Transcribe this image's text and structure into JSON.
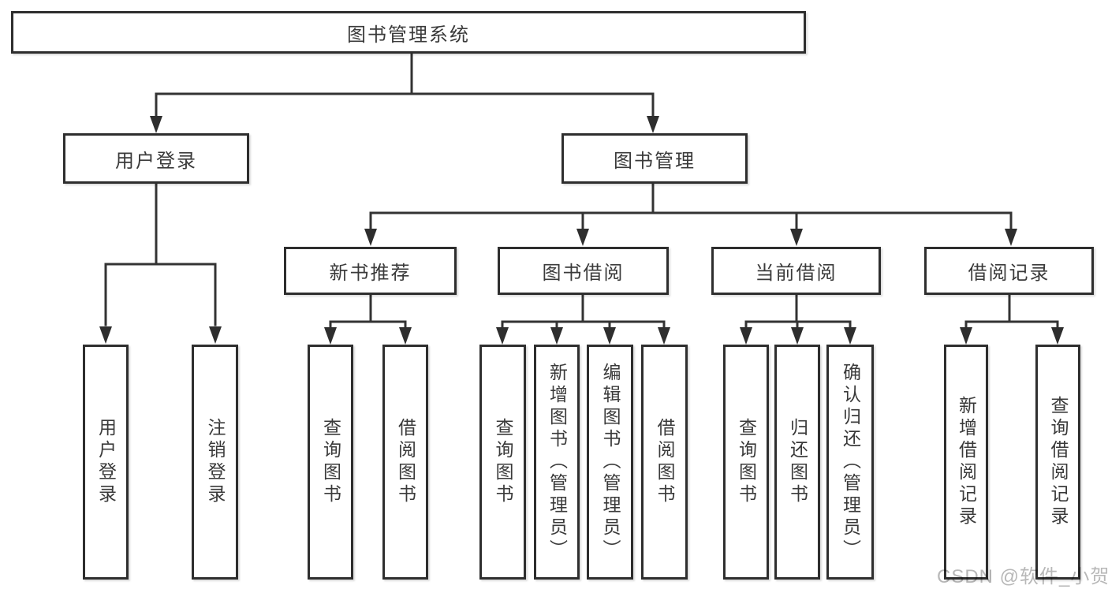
{
  "tree": {
    "label": "图书管理系统",
    "children": [
      {
        "label": "用户登录",
        "children": [
          {
            "label": "用户登录"
          },
          {
            "label": "注销登录"
          }
        ]
      },
      {
        "label": "图书管理",
        "children": [
          {
            "label": "新书推荐",
            "children": [
              {
                "label": "查询图书"
              },
              {
                "label": "借阅图书"
              }
            ]
          },
          {
            "label": "图书借阅",
            "children": [
              {
                "label": "查询图书"
              },
              {
                "label": "新增图书（管理员）"
              },
              {
                "label": "编辑图书（管理员）"
              },
              {
                "label": "借阅图书"
              }
            ]
          },
          {
            "label": "当前借阅",
            "children": [
              {
                "label": "查询图书"
              },
              {
                "label": "归还图书"
              },
              {
                "label": "确认归还（管理员）"
              }
            ]
          },
          {
            "label": "借阅记录",
            "children": [
              {
                "label": "新增借阅记录"
              },
              {
                "label": "查询借阅记录"
              }
            ]
          }
        ]
      }
    ]
  },
  "watermark": {
    "text": "CSDN @软件_小贺同学"
  },
  "colors": {
    "line": "#333333",
    "border": "#2e2e2e",
    "text": "#3a3a3a",
    "watermark_text": "#b8b8b8",
    "background": "#ffffff"
  }
}
